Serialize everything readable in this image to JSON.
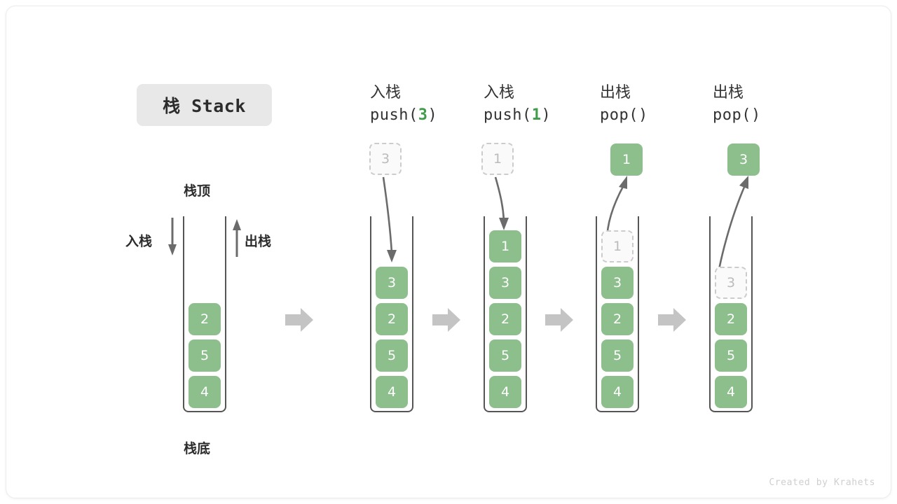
{
  "title": {
    "label": "栈 Stack"
  },
  "legend": {
    "top_label": "栈顶",
    "bottom_label": "栈底",
    "push_label": "入栈",
    "pop_label": "出栈"
  },
  "accent": {
    "green": "#8cbf8c",
    "green_text": "#3e9c4a",
    "gray_arrow": "#c4c4c4",
    "ghost_border": "#cccccc",
    "chip_bg": "#e8e8e8"
  },
  "stages": [
    {
      "id": "initial",
      "heading_cn": "",
      "heading_code": "",
      "code_arg": "",
      "cells": [
        "2",
        "5",
        "4"
      ],
      "ghost_in_stack": null,
      "outside_box": null,
      "outside_kind": null,
      "arrow_dir": null,
      "empty_slots_above_ghost": 0
    },
    {
      "id": "push-3",
      "heading_cn": "入栈",
      "heading_code": "push(",
      "code_arg": "3",
      "code_tail": ")",
      "cells": [
        "3",
        "2",
        "5",
        "4"
      ],
      "ghost_in_stack": null,
      "outside_box": "3",
      "outside_kind": "ghost",
      "arrow_dir": "down",
      "empty_slots_above_ghost": 0
    },
    {
      "id": "push-1",
      "heading_cn": "入栈",
      "heading_code": "push(",
      "code_arg": "1",
      "code_tail": ")",
      "cells": [
        "1",
        "3",
        "2",
        "5",
        "4"
      ],
      "ghost_in_stack": null,
      "outside_box": "1",
      "outside_kind": "ghost",
      "arrow_dir": "down",
      "empty_slots_above_ghost": 0
    },
    {
      "id": "pop-1",
      "heading_cn": "出栈",
      "heading_code": "pop(",
      "code_arg": "",
      "code_tail": ")",
      "cells": [
        "3",
        "2",
        "5",
        "4"
      ],
      "ghost_in_stack": "1",
      "outside_box": "1",
      "outside_kind": "filled",
      "arrow_dir": "up",
      "empty_slots_above_ghost": 0
    },
    {
      "id": "pop-3",
      "heading_cn": "出栈",
      "heading_code": "pop(",
      "code_arg": "",
      "code_tail": ")",
      "cells": [
        "2",
        "5",
        "4"
      ],
      "ghost_in_stack": "3",
      "outside_box": "3",
      "outside_kind": "filled",
      "arrow_dir": "up",
      "empty_slots_above_ghost": 0
    }
  ],
  "footer": {
    "credit": "Created by Krahets"
  }
}
